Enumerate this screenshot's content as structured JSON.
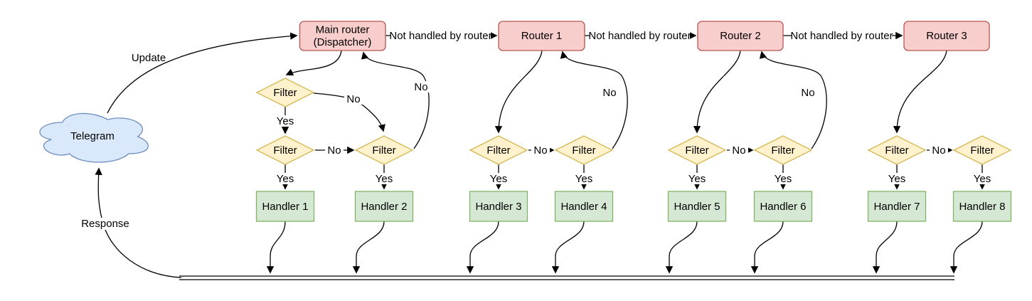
{
  "diagram": {
    "cloud": {
      "label": "Telegram"
    },
    "edge_labels": {
      "update": "Update",
      "response": "Response",
      "yes": "Yes",
      "no": "No",
      "not_handled": "Not handled by router"
    },
    "nodes": {
      "main_router": {
        "line1": "Main router",
        "line2": "(Dispatcher)"
      },
      "routers": [
        "Router 1",
        "Router 2",
        "Router 3"
      ],
      "filter": "Filter",
      "handlers": [
        "Handler 1",
        "Handler 2",
        "Handler 3",
        "Handler 4",
        "Handler 5",
        "Handler 6",
        "Handler 7",
        "Handler 8"
      ]
    },
    "colors": {
      "router_fill": "#f8cecc",
      "router_stroke": "#b85450",
      "filter_fill": "#fff2cc",
      "filter_stroke": "#d6b656",
      "handler_fill": "#d5e8d4",
      "handler_stroke": "#82b366",
      "cloud_fill": "#dae8fc",
      "cloud_stroke": "#6c8ebf",
      "edge_color": "#000000",
      "text_color": "#000000"
    }
  }
}
